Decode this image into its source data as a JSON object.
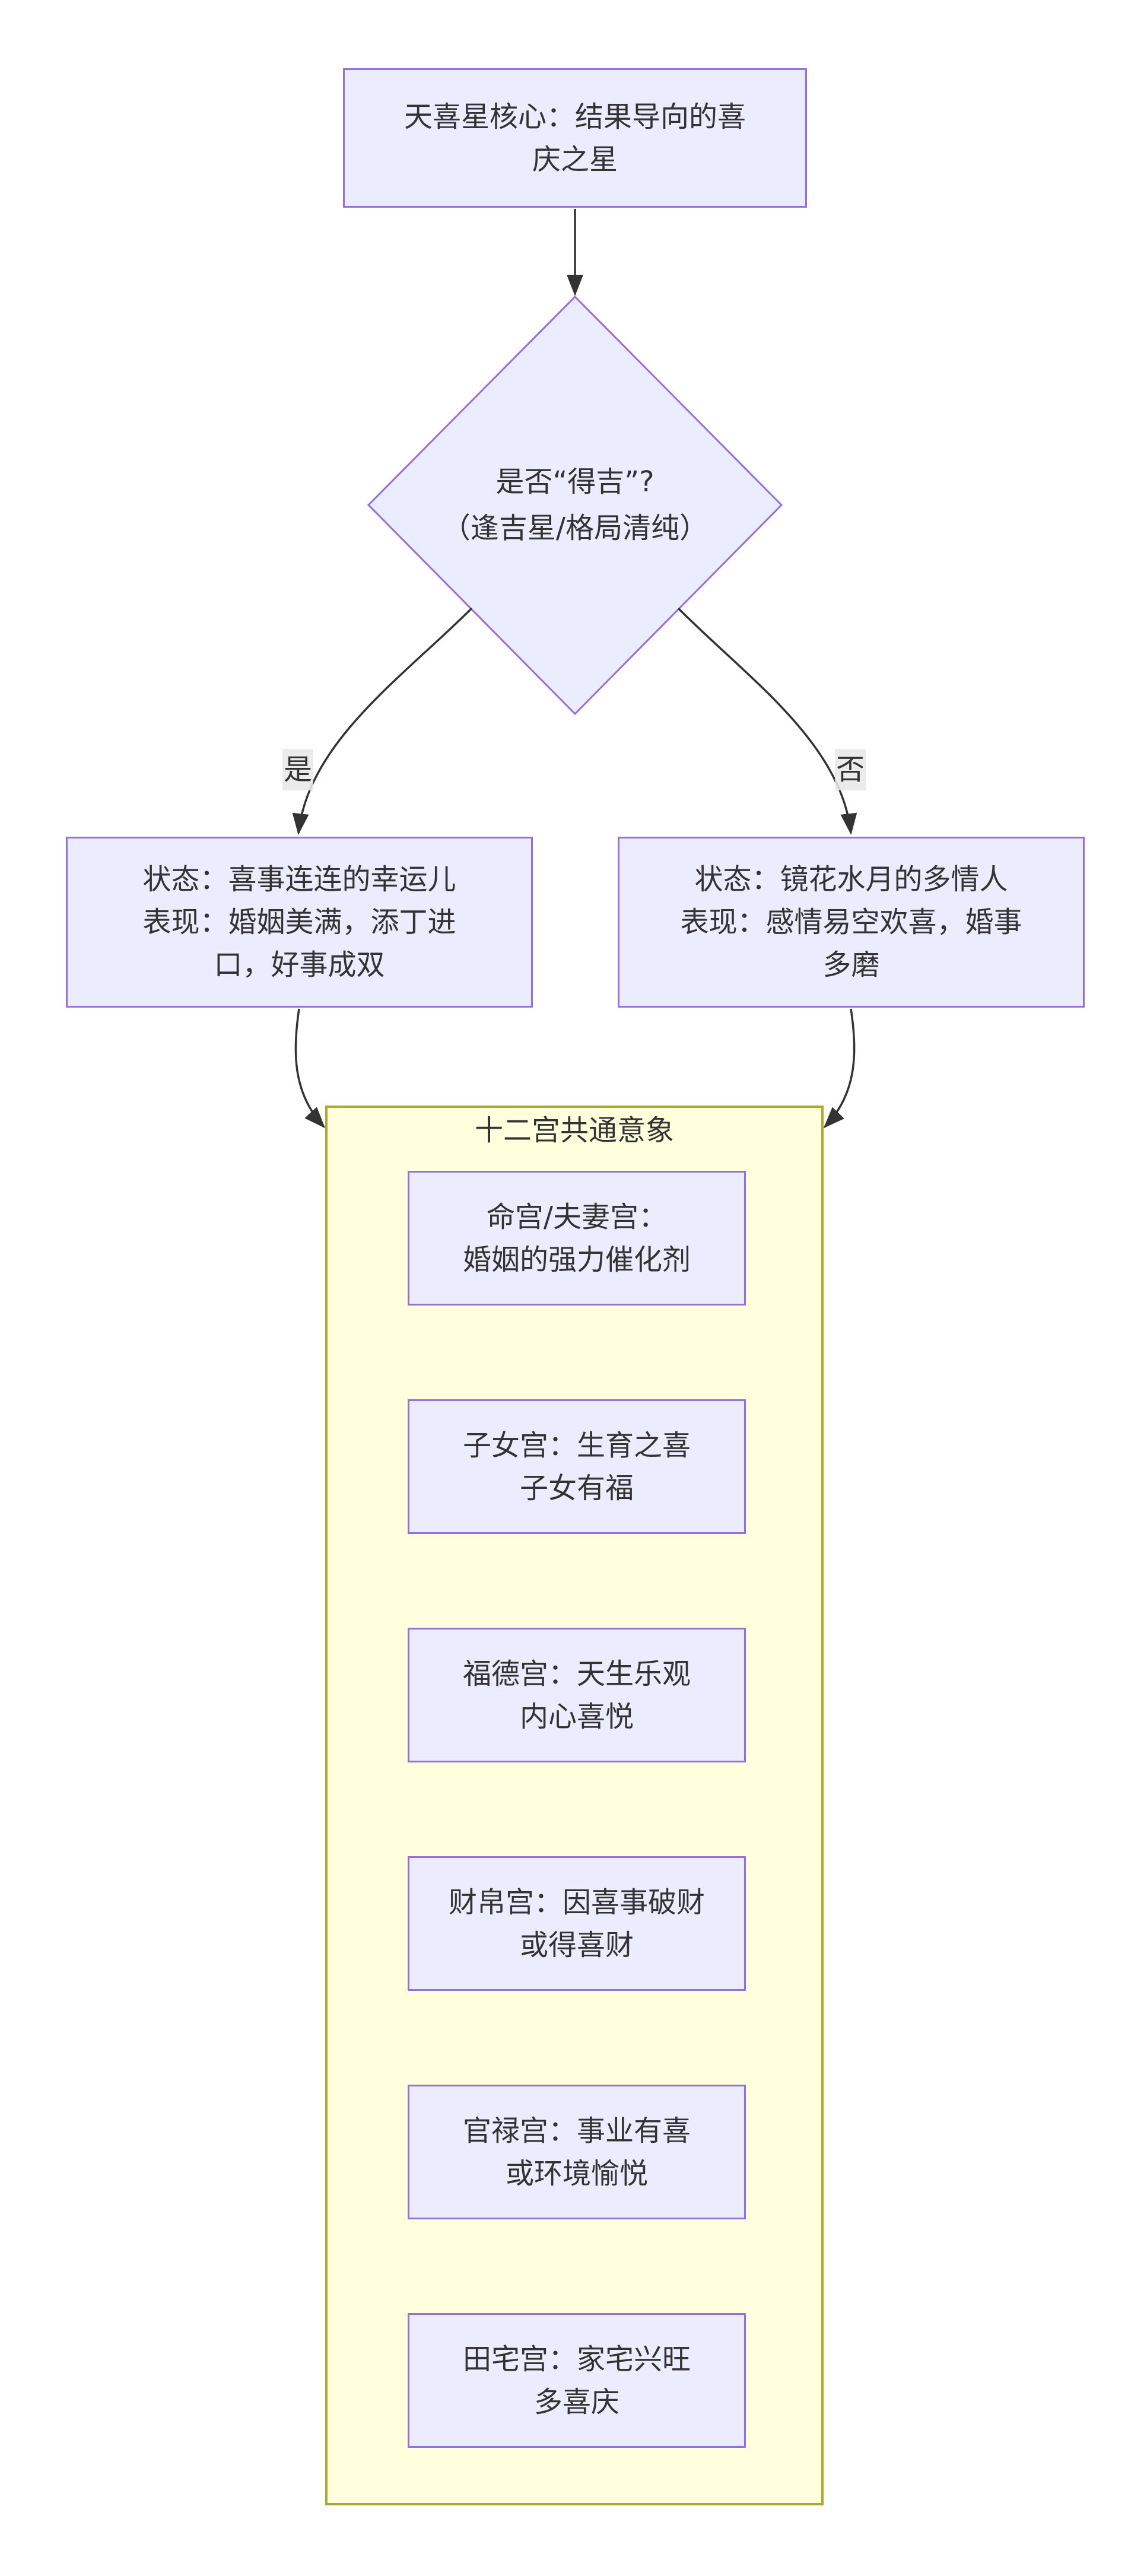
{
  "diagram": {
    "core_node": {
      "lines": [
        "天喜星核心：结果导向的喜",
        "庆之星"
      ]
    },
    "decision_node": {
      "lines": [
        "是否“得吉”?",
        "（逢吉星/格局清纯）"
      ]
    },
    "edge_labels": {
      "yes": "是",
      "no": "否"
    },
    "yes_node": {
      "lines": [
        "状态：喜事连连的幸运儿",
        "表现：婚姻美满，添丁进",
        "口，好事成双"
      ]
    },
    "no_node": {
      "lines": [
        "状态：镜花水月的多情人",
        "表现：感情易空欢喜，婚事",
        "多磨"
      ]
    },
    "subgraph": {
      "title": "十二宫共通意象",
      "palaces": [
        {
          "lines": [
            "命宫/夫妻宫：",
            "婚姻的强力催化剂"
          ]
        },
        {
          "lines": [
            "子女宫：生育之喜",
            "子女有福"
          ]
        },
        {
          "lines": [
            "福德宫：天生乐观",
            "内心喜悦"
          ]
        },
        {
          "lines": [
            "财帛宫：因喜事破财",
            "或得喜财"
          ]
        },
        {
          "lines": [
            "官禄宫：事业有喜",
            "或环境愉悦"
          ]
        },
        {
          "lines": [
            "田宅宫：家宅兴旺",
            "多喜庆"
          ]
        }
      ]
    },
    "colors": {
      "node_fill": "#ECECFF",
      "node_border": "#9370DB",
      "subgraph_fill": "#FFFFDE",
      "subgraph_border": "#AAAA33",
      "edge_color": "#333333",
      "edge_label_bg": "#E8E8E8",
      "text_color": "#333333",
      "background": "#FFFFFF"
    }
  }
}
